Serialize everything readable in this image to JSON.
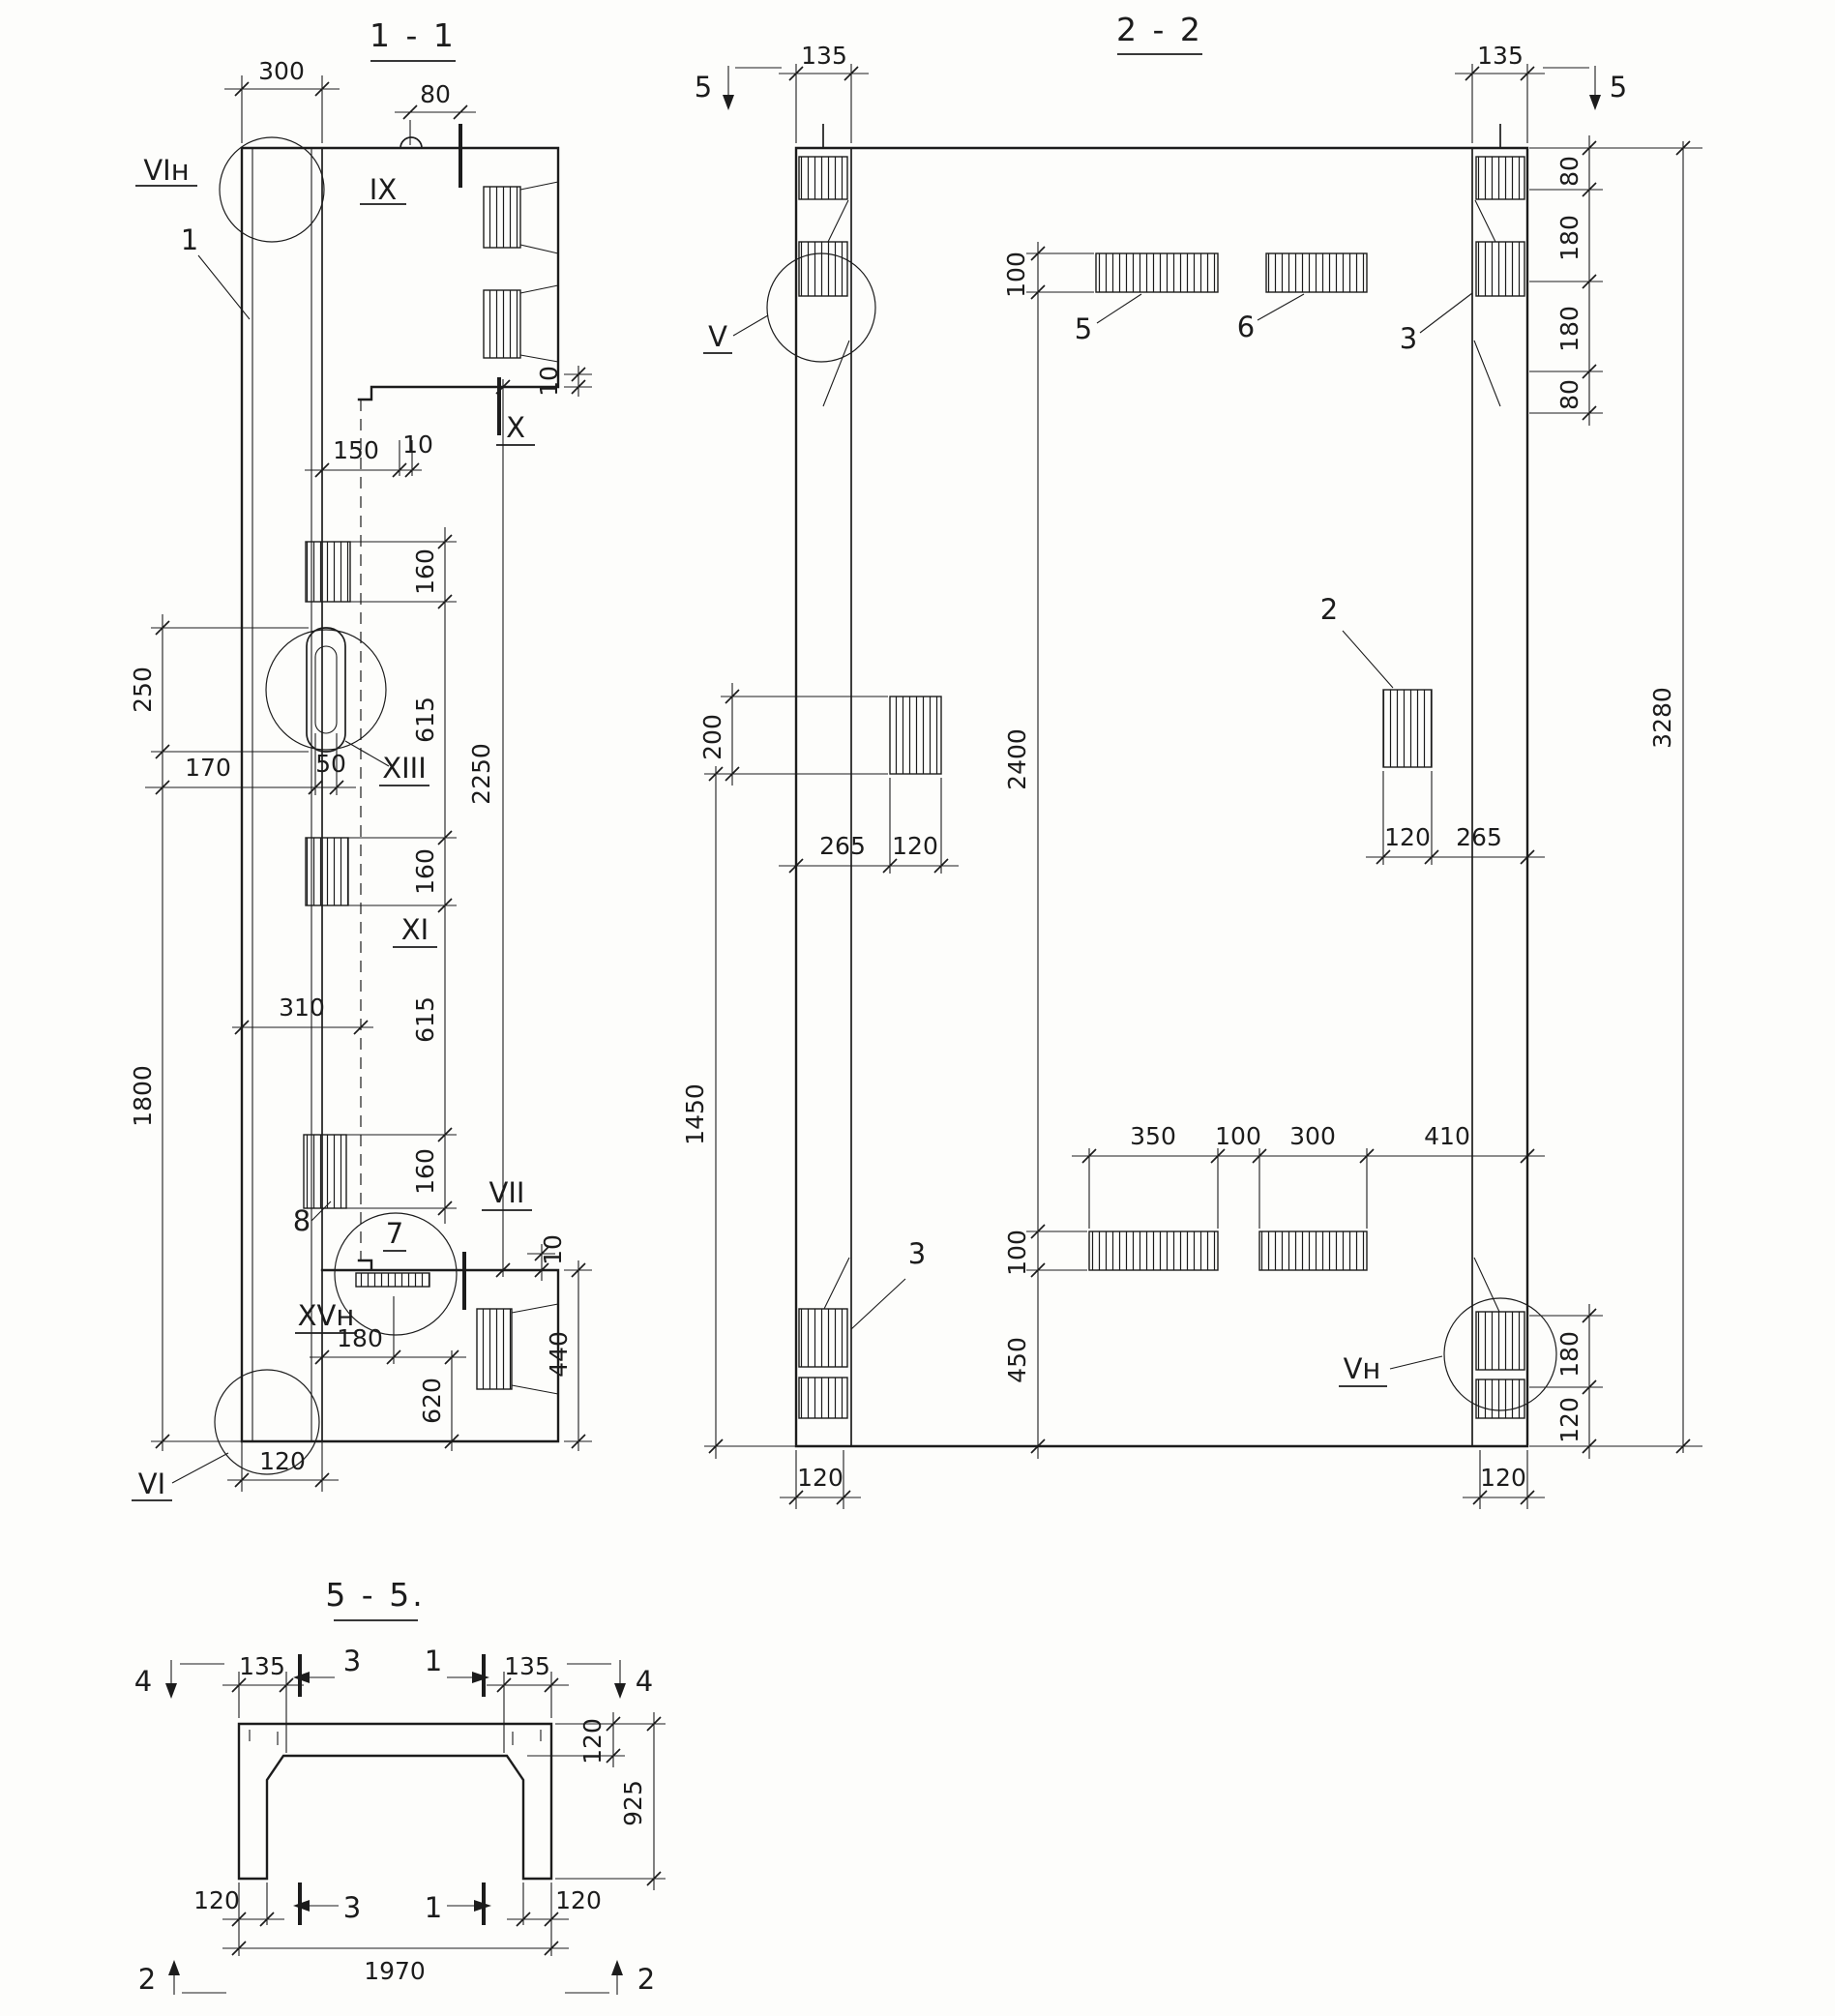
{
  "meta": {
    "ink": "#1c1c1c",
    "paper": "#fdfdfb",
    "drawing_type": "reinforced-concrete-panel-sections"
  },
  "s11": {
    "title": "1 - 1",
    "dims": {
      "w300": "300",
      "w80": "80",
      "t10a": "10",
      "w150": "150",
      "t10b": "10",
      "h160a": "160",
      "h615a": "615",
      "h250": "250",
      "w170": "170",
      "w50": "50",
      "h2250": "2250",
      "h160b": "160",
      "h615b": "615",
      "w310": "310",
      "h1800": "1800",
      "h160c": "160",
      "t10c": "10",
      "w180": "180",
      "h440": "440",
      "h620": "620",
      "w120": "120"
    },
    "labels": {
      "vin": "VIн",
      "p1": "1",
      "ix": "IX",
      "x": "X",
      "xiii": "XIII",
      "xi": "XI",
      "p8": "8",
      "p7": "7",
      "vii": "VII",
      "xvn": "XVн",
      "vi": "VI"
    }
  },
  "s22": {
    "title": "2 - 2",
    "dims": {
      "l135": "135",
      "r135": "135",
      "t100": "100",
      "r80a": "80",
      "r180a": "180",
      "r180b": "180",
      "r80b": "80",
      "h3280": "3280",
      "l200": "200",
      "h2400": "2400",
      "l265": "265",
      "l120": "120",
      "r120": "120",
      "r265": "265",
      "l1450": "1450",
      "b350": "350",
      "b100": "100",
      "b300": "300",
      "b410": "410",
      "v100": "100",
      "v450": "450",
      "rb180": "180",
      "rb120": "120",
      "bl120": "120",
      "br120": "120"
    },
    "labels": {
      "cut5l": "5",
      "cut5r": "5",
      "v": "V",
      "p5": "5",
      "p6": "6",
      "p3t": "3",
      "p2": "2",
      "p3b": "3",
      "vn": "Vн"
    }
  },
  "s55": {
    "title": "5 - 5.",
    "dims": {
      "l135": "135",
      "r135": "135",
      "t120": "120",
      "h925": "925",
      "bl120": "120",
      "br120": "120",
      "w1970": "1970"
    },
    "marks": {
      "c4l": "4",
      "c4r": "4",
      "c3t": "3",
      "c1t": "1",
      "c3b": "3",
      "c1b": "1",
      "c2l": "2",
      "c2r": "2"
    }
  }
}
